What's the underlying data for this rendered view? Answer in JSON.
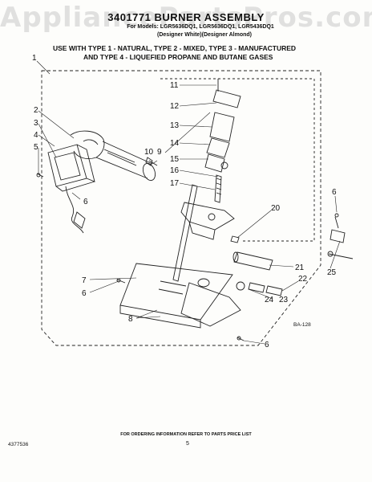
{
  "watermark": "AppliancePartsPros.com",
  "header": {
    "title": "3401771 BURNER ASSEMBLY",
    "models": "For Models: LGR5636DQ1, LGR5636DQ1, LGR5436DQ1",
    "colors": "(Designer White)(Designer Almond)"
  },
  "usage": {
    "line1": "USE WITH TYPE 1 - NATURAL, TYPE 2 - MIXED, TYPE 3 - MANUFACTURED",
    "line2": "AND TYPE 4 - LIQUEFIED PROPANE AND BUTANE GASES"
  },
  "callouts": [
    "1",
    "2",
    "3",
    "4",
    "5",
    "6",
    "7",
    "6",
    "8",
    "9",
    "10",
    "11",
    "12",
    "13",
    "14",
    "15",
    "16",
    "17",
    "20",
    "6",
    "25",
    "21",
    "22",
    "24",
    "23",
    "6"
  ],
  "figure_code": "BA-128",
  "footer": {
    "order_note": "FOR ORDERING INFORMATION REFER TO PARTS PRICE LIST",
    "page": "5",
    "doc_number": "4377536"
  }
}
